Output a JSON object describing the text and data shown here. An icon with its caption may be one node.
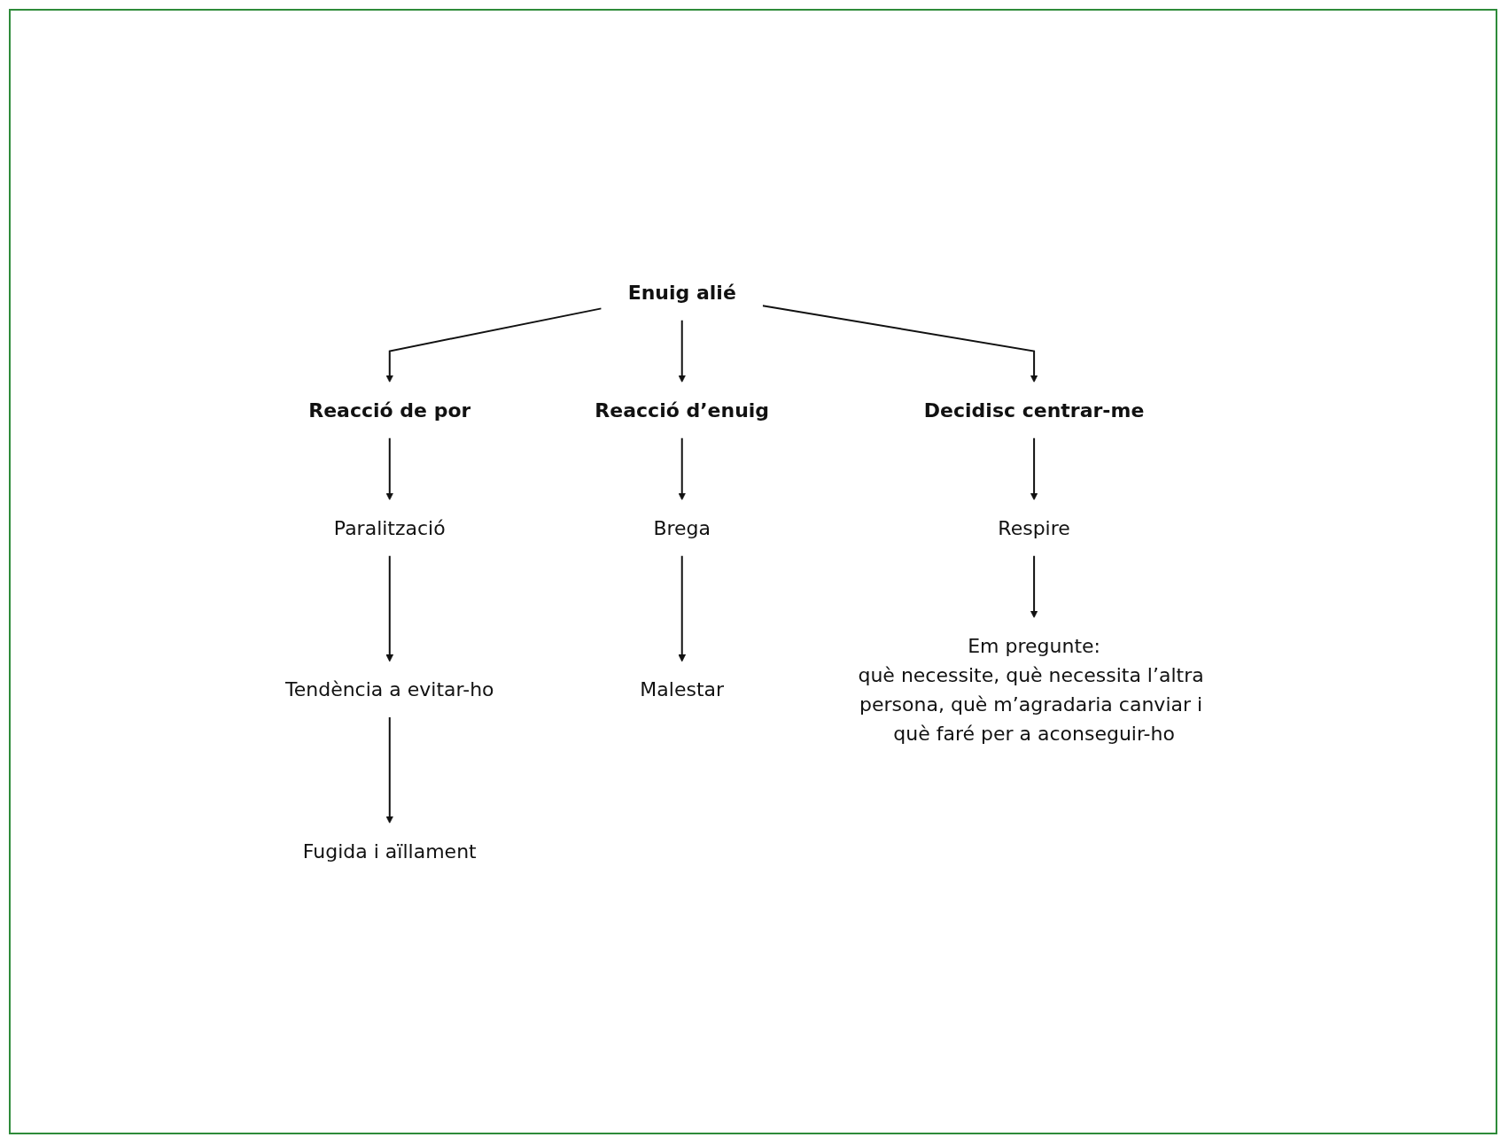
{
  "diagram": {
    "nodes": [
      {
        "text": [
          "Enuig alié"
        ]
      },
      {
        "text": [
          "Reacció de por"
        ]
      },
      {
        "text": [
          "Reacció d’enuig"
        ]
      },
      {
        "text": [
          "Decidisc centrar-me"
        ]
      },
      {
        "text": [
          "Paralització"
        ]
      },
      {
        "text": [
          "Tendència a evitar-ho"
        ]
      },
      {
        "text": [
          "Fugida i aïllament"
        ]
      },
      {
        "text": [
          "Brega"
        ]
      },
      {
        "text": [
          "Malestar"
        ]
      },
      {
        "text": [
          "Respire"
        ]
      },
      {
        "text": [
          "Em pregunte:",
          "què necessite, què necessita l’altra persona, què m’agradaria canviar i què faré per a aconseguir-ho"
        ]
      }
    ],
    "edges": [
      {
        "from": 0,
        "to": 1,
        "arrow": "to"
      },
      {
        "from": 0,
        "to": 2,
        "arrow": "to"
      },
      {
        "from": 0,
        "to": 3,
        "arrow": "to"
      },
      {
        "from": 1,
        "to": 4,
        "arrow": "to"
      },
      {
        "from": 4,
        "to": 5,
        "arrow": "to"
      },
      {
        "from": 5,
        "to": 6,
        "arrow": "to"
      },
      {
        "from": 2,
        "to": 7,
        "arrow": "to"
      },
      {
        "from": 7,
        "to": 8,
        "arrow": "to"
      },
      {
        "from": 3,
        "to": 9,
        "arrow": "to"
      },
      {
        "from": 9,
        "to": 10,
        "arrow": "to"
      }
    ]
  }
}
